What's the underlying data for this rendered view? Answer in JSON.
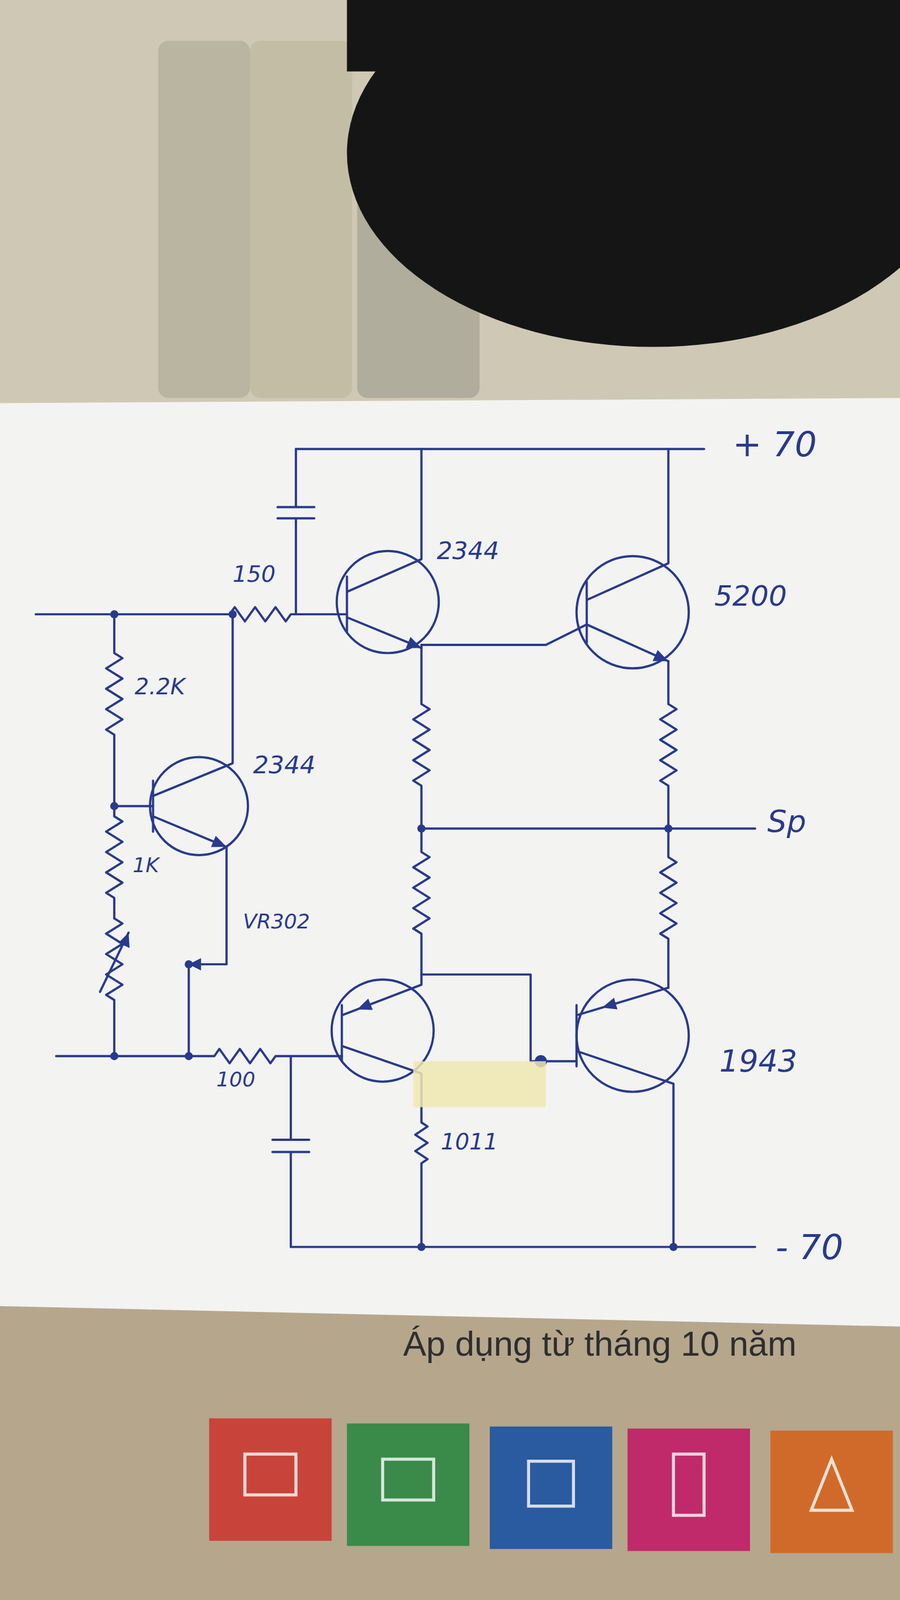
{
  "diagram": {
    "labels": [
      "+ 70",
      "150",
      "2344",
      "5200",
      "2.2K",
      "2344",
      "Sp",
      "1K",
      "VR302",
      "100",
      "1943",
      "1011",
      "- 70",
      "Áp dụng từ tháng 10 năm"
    ]
  }
}
